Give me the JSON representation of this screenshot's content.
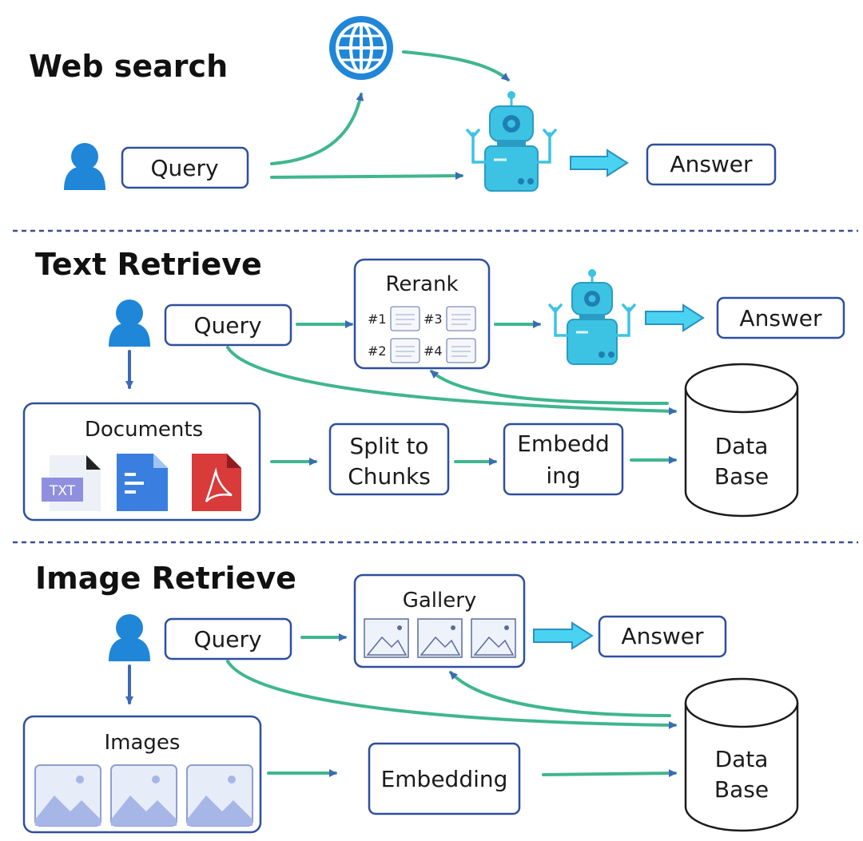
{
  "sections": {
    "web": {
      "title": "Web search",
      "query": "Query",
      "answer": "Answer"
    },
    "text": {
      "title": "Text Retrieve",
      "query": "Query",
      "rerank": "Rerank",
      "ranks": [
        "#1",
        "#3",
        "#2",
        "#4"
      ],
      "answer": "Answer",
      "documents": "Documents",
      "doc_types": [
        "TXT"
      ],
      "split_line1": "Split to",
      "split_line2": "Chunks",
      "embed_line1": "Embedd",
      "embed_line2": "ing",
      "db_line1": "Data",
      "db_line2": "Base"
    },
    "image": {
      "title": "Image Retrieve",
      "query": "Query",
      "gallery": "Gallery",
      "answer": "Answer",
      "images": "Images",
      "embedding": "Embedding",
      "db_line1": "Data",
      "db_line2": "Base"
    }
  },
  "icons": [
    "person-icon",
    "globe-icon",
    "robot-icon",
    "document-icon",
    "txt-file-icon",
    "google-doc-icon",
    "pdf-icon",
    "database-icon",
    "image-icon",
    "arrow-icon"
  ],
  "colors": {
    "box_border": "#2e4fa0",
    "flow_green": "#3fb68e",
    "flow_blue": "#3d69b8",
    "accent_cyan": "#49d3f0",
    "person_blue": "#1f86d8",
    "pdf_red": "#d93a3a",
    "gdoc_blue": "#3a7fe0",
    "txt_purple": "#8f8fe0"
  }
}
